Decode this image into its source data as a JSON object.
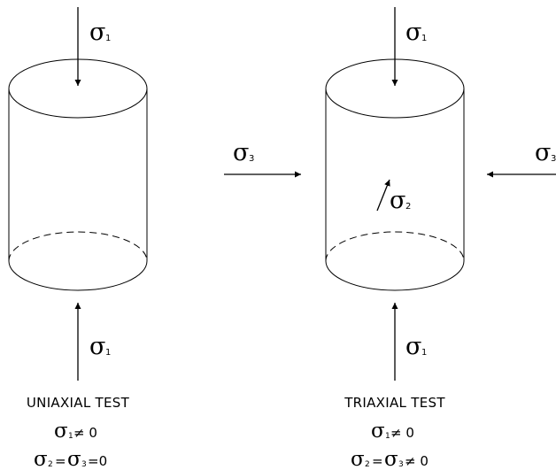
{
  "symbols": {
    "sigma": "σ",
    "sub_1": "1",
    "sub_2": "2",
    "sub_3": "3"
  },
  "uniaxial": {
    "caption": "UNIAXIAL TEST",
    "condition_1": {
      "lhs_sub": "1",
      "op": "≠ 0"
    },
    "condition_2": {
      "a_sub": "2",
      "eq1": "=",
      "b_sub": "3",
      "eq2": "=0"
    }
  },
  "triaxial": {
    "caption": "TRIAXIAL TEST",
    "condition_1": {
      "lhs_sub": "1",
      "op": "≠ 0"
    },
    "condition_2": {
      "a_sub": "2",
      "eq1": "=",
      "b_sub": "3",
      "eq2": "≠ 0"
    }
  },
  "colors": {
    "line": "#000000",
    "background": "#ffffff"
  }
}
